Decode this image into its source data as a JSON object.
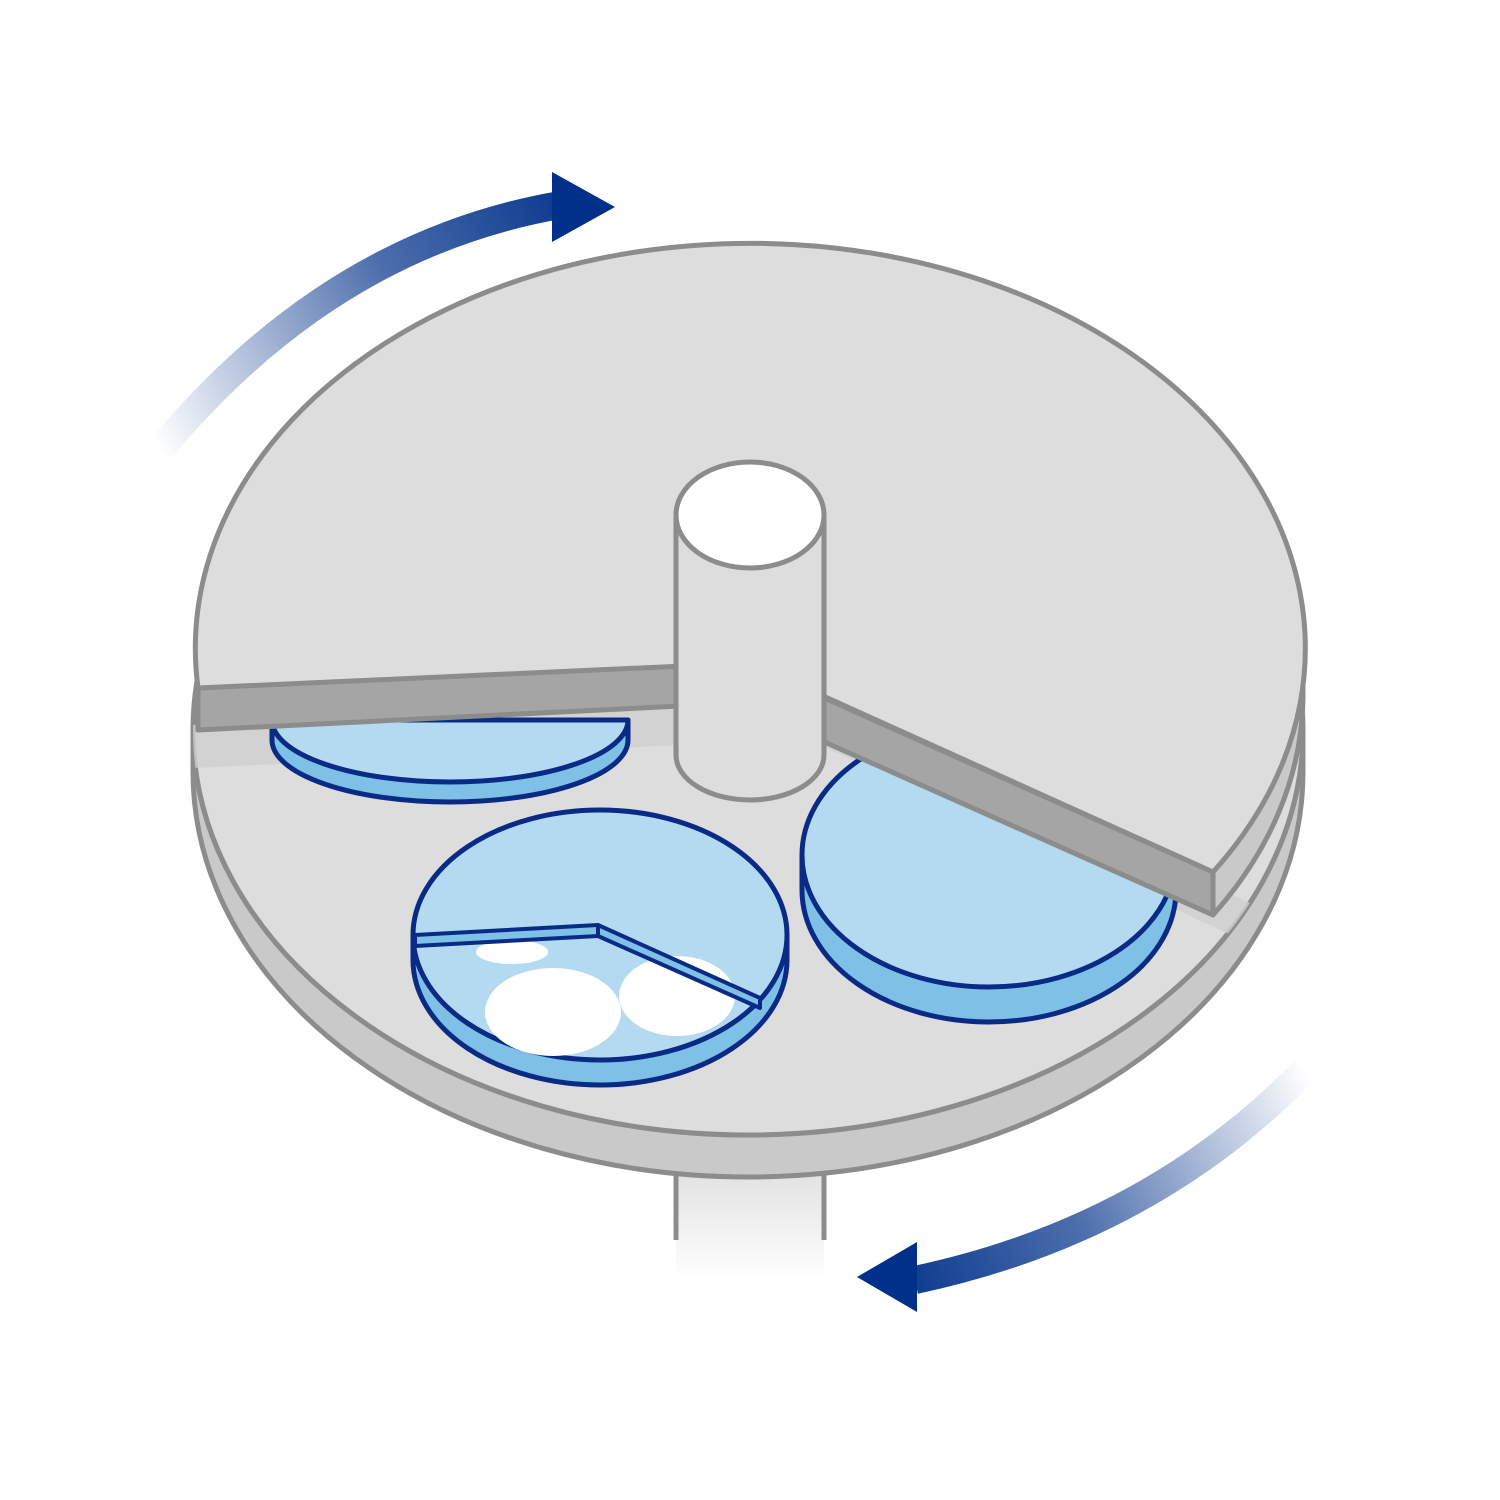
{
  "diagram": {
    "kind": "planetary-rotation-illustration",
    "colors": {
      "background": "#ffffff",
      "carrier_top": "#dddddd",
      "carrier_side": "#c9c9c9",
      "shadow": "#d0d0d0",
      "outline": "#8c8c8c",
      "plate_face": "#a5a5a5",
      "wafer_fill": "#b3daf0",
      "wafer_side": "#7fc0e6",
      "wafer_outline": "#0a2b85",
      "arrow": "#003089",
      "hole": "#ffffff"
    },
    "icons": {
      "top_arrow": "curved-arrow-clockwise-icon",
      "bottom_arrow": "curved-arrow-return-icon"
    },
    "wafer_count": 3,
    "hole_count": 3
  }
}
